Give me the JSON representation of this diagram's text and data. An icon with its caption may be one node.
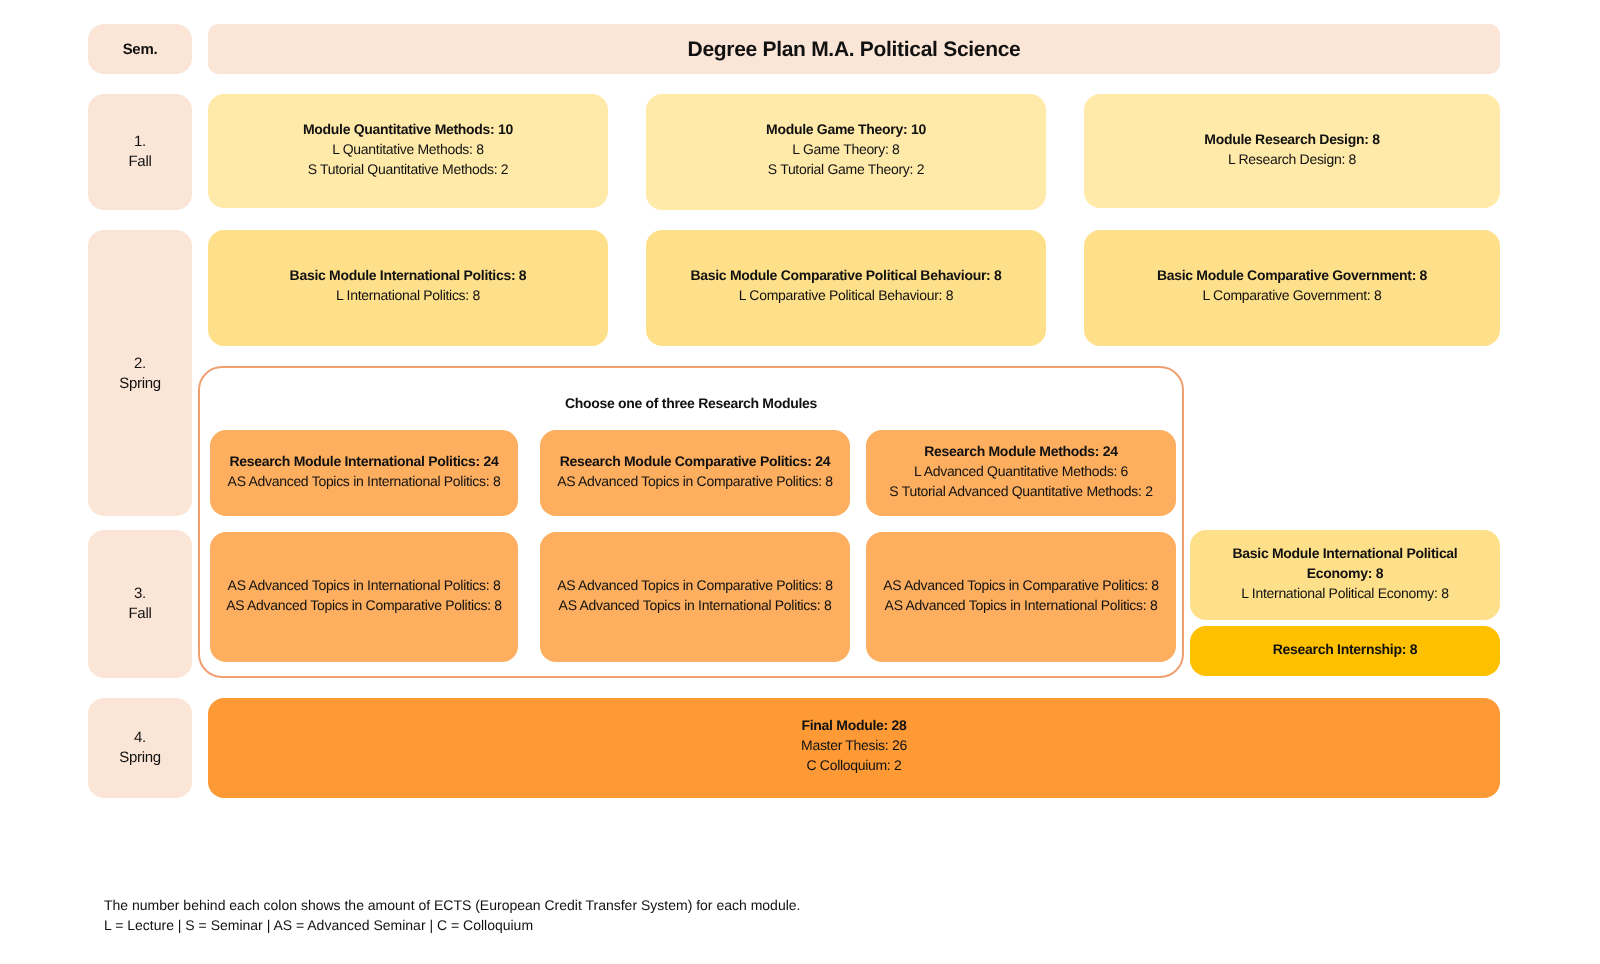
{
  "diagram": {
    "title": "Degree Plan M.A. Political Science",
    "nodes": [
      {
        "text": [
          "Sem."
        ]
      },
      {
        "text": [
          "1.",
          "Fall"
        ]
      },
      {
        "text": [
          "2.",
          "Spring"
        ]
      },
      {
        "text": [
          "3.",
          "Fall"
        ]
      },
      {
        "text": [
          "4.",
          "Spring"
        ]
      },
      {
        "text": [
          "Module Quantitative Methods: 10",
          "L Quantitative Methods: 8",
          "S Tutorial Quantitative Methods: 2"
        ]
      },
      {
        "text": [
          "Module Game Theory: 10",
          "L Game Theory: 8",
          "S Tutorial Game Theory: 2"
        ]
      },
      {
        "text": [
          "Module Research Design: 8",
          "L Research Design: 8"
        ]
      },
      {
        "text": [
          "Basic Module International Politics: 8",
          "L International Politics: 8"
        ]
      },
      {
        "text": [
          "Basic Module Comparative Political Behaviour: 8",
          "L Comparative Political Behaviour: 8"
        ]
      },
      {
        "text": [
          "Basic Module Comparative Government: 8",
          "L Comparative Government: 8"
        ]
      },
      {
        "text": [
          "Choose one of three Research Modules"
        ]
      },
      {
        "text": [
          "Research Module International Politics: 24",
          "AS Advanced Topics in International Politics: 8"
        ],
        "in": 11
      },
      {
        "text": [
          "Research Module Comparative Politics: 24",
          "AS Advanced Topics in Comparative Politics: 8"
        ],
        "in": 11
      },
      {
        "text": [
          "Research Module Methods: 24",
          "L Advanced Quantitative Methods: 6",
          "S Tutorial Advanced Quantitative Methods: 2"
        ],
        "in": 11
      },
      {
        "text": [
          "AS Advanced Topics in International Politics: 8",
          "AS Advanced Topics in Comparative Politics: 8"
        ],
        "in": 11
      },
      {
        "text": [
          "AS Advanced Topics in Comparative Politics: 8",
          "AS Advanced Topics in International Politics: 8"
        ],
        "in": 11
      },
      {
        "text": [
          "AS Advanced Topics in Comparative Politics: 8",
          "AS Advanced Topics in International Politics: 8"
        ],
        "in": 11
      },
      {
        "text": [
          "Basic Module International Political Economy: 8",
          "L International Political Economy: 8"
        ]
      },
      {
        "text": [
          "Research Internship: 8"
        ]
      },
      {
        "text": [
          "Final Module: 28",
          "Master Thesis: 26",
          "C Colloquium: 2"
        ]
      }
    ],
    "labels": [
      "The number behind each colon shows the amount of ECTS (European Credit Transfer System) for each module.",
      "L = Lecture | S = Seminar | AS = Advanced Seminar | C = Colloquium"
    ]
  }
}
